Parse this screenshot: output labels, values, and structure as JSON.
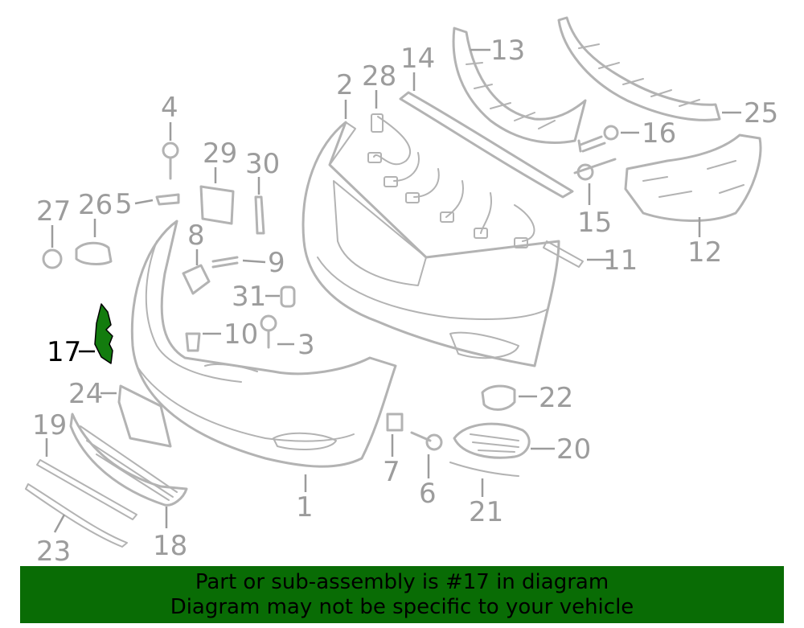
{
  "diagram": {
    "highlighted_part": "17",
    "highlight_color": "#137c0e",
    "line_color": "#b3b3b3",
    "callouts": [
      "1",
      "2",
      "3",
      "4",
      "5",
      "6",
      "7",
      "8",
      "9",
      "10",
      "11",
      "12",
      "13",
      "14",
      "15",
      "16",
      "17",
      "18",
      "19",
      "20",
      "21",
      "22",
      "23",
      "24",
      "25",
      "26",
      "27",
      "28",
      "29",
      "30",
      "31"
    ]
  },
  "banner": {
    "line1": "Part or sub-assembly is #17 in diagram",
    "line2": "Diagram may not be specific to your vehicle",
    "background": "#096c05"
  }
}
